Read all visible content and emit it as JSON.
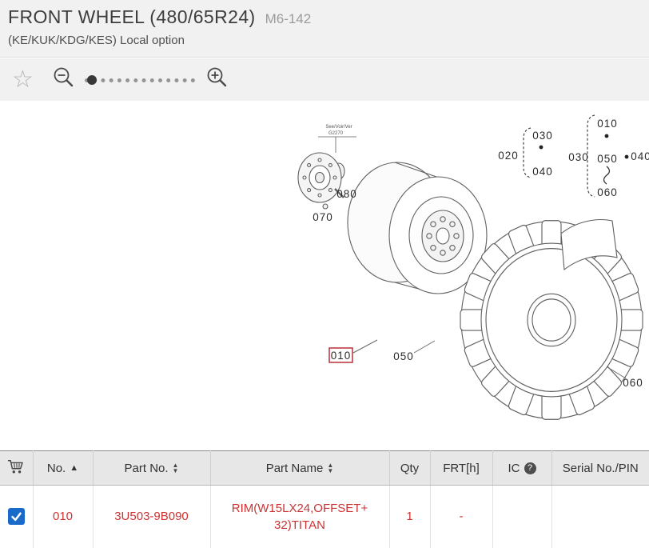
{
  "header": {
    "title": "FRONT WHEEL (480/65R24)",
    "code": "M6-142",
    "subtitle": "(KE/KUK/KDG/KES) Local option"
  },
  "icons": {
    "star": "☆",
    "sort_asc": "▲",
    "sort_up": "▲",
    "sort_down": "▼",
    "help": "?",
    "check": "✓"
  },
  "diagram": {
    "note1": "See/Voir/Ver",
    "note2": "G2270",
    "labels": {
      "hub080": "080",
      "hub070": "070",
      "grp020": "020",
      "grp030l": "030",
      "grp040l": "040",
      "grp030m": "030",
      "grp010r": "010",
      "grp050r": "050",
      "grp060r": "060",
      "grp040r": "040",
      "rim010": "010",
      "rim050": "050",
      "tire060": "060"
    }
  },
  "table": {
    "headers": {
      "no": "No.",
      "part_no": "Part No.",
      "part_name": "Part Name",
      "qty": "Qty",
      "frt": "FRT[h]",
      "ic": "IC",
      "serial": "Serial No./PIN"
    },
    "rows": [
      {
        "no": "010",
        "part_no": "3U503-9B090",
        "part_name": "RIM(W15LX24,OFFSET+32)TITAN",
        "qty": "1",
        "frt": "-",
        "ic": "",
        "serial": ""
      }
    ]
  },
  "colors": {
    "accent_red": "#cc3333",
    "checkbox_blue": "#1a6bc9",
    "box_red": "#b5222a"
  }
}
